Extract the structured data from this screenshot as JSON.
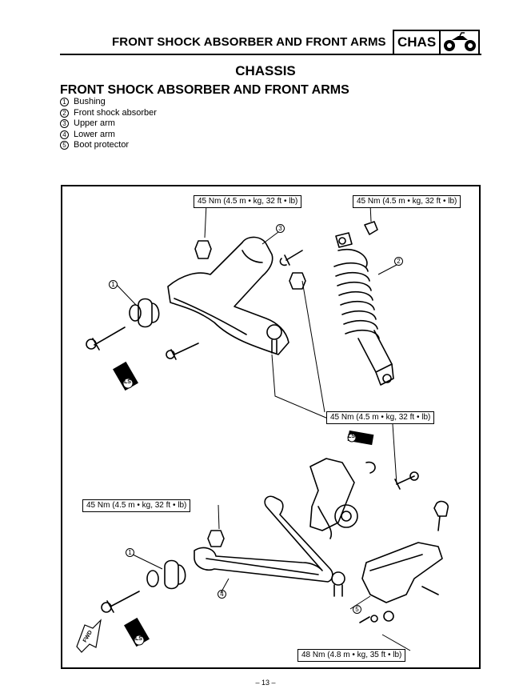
{
  "header": {
    "title": "FRONT SHOCK ABSORBER AND FRONT ARMS",
    "badge": "CHAS",
    "badge_icon": "atv-icon"
  },
  "section_title": "CHASSIS",
  "subsection_title": "FRONT SHOCK ABSORBER AND FRONT ARMS",
  "parts": [
    {
      "num": "1",
      "label": "Bushing"
    },
    {
      "num": "2",
      "label": "Front shock absorber"
    },
    {
      "num": "3",
      "label": "Upper arm"
    },
    {
      "num": "4",
      "label": "Lower arm"
    },
    {
      "num": "5",
      "label": "Boot protector"
    }
  ],
  "torque_labels": {
    "t1": "45 Nm (4.5 m • kg, 32 ft • lb)",
    "t2": "45 Nm (4.5 m • kg, 32 ft • lb)",
    "t3": "45 Nm (4.5 m • kg, 32 ft • lb)",
    "t4": "45 Nm (4.5 m • kg, 32 ft • lb)",
    "t5": "48 Nm (4.8 m • kg, 35 ft • lb)"
  },
  "callouts": {
    "c1a": "1",
    "c2": "2",
    "c3": "3",
    "c1b": "1",
    "c4": "4",
    "c5": "5"
  },
  "markers": {
    "ls": "LS",
    "fwd": "FWD"
  },
  "page_number": "– 13 –"
}
